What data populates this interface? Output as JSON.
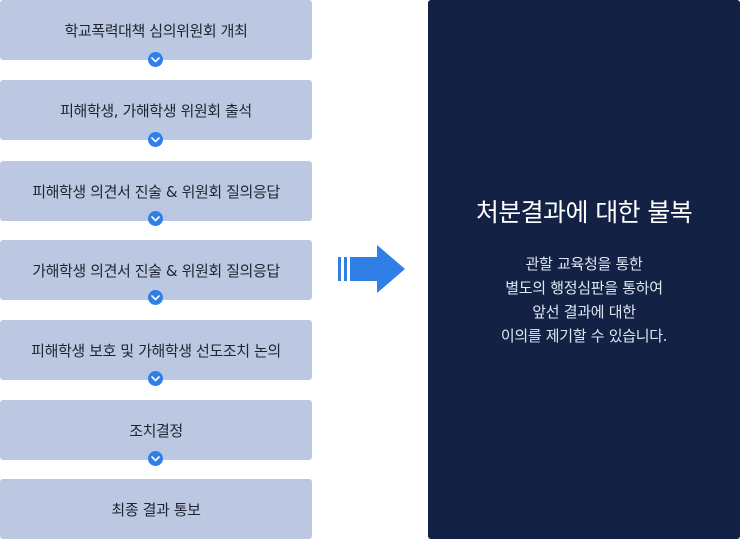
{
  "steps": [
    "학교폭력대책 심의위원회 개최",
    "피해학생, 가해학생 위원회 출석",
    "피해학생 의견서 진술 & 위원회 질의응답",
    "가해학생 의견서 진술 & 위원회 질의응답",
    "피해학생 보호 및 가해학생 선도조치 논의",
    "조치결정",
    "최종 결과 통보"
  ],
  "icons": {
    "step_connector": "chevron-down-icon",
    "flow_arrow": "arrow-right-icon"
  },
  "panel": {
    "title": "처분결과에 대한 불복",
    "lines": [
      "관할 교육청을 통한",
      "별도의 행정심판을 통하여",
      "앞선 결과에 대한",
      "이의를 제기할 수 있습니다."
    ]
  },
  "colors": {
    "step_bg": "#bcc8e2",
    "chevron": "#2f7fe6",
    "arrow": "#2f7fe6",
    "panel_bg": "#132244"
  }
}
